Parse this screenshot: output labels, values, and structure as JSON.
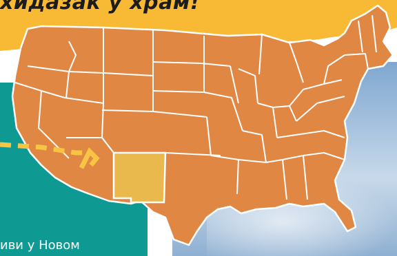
{
  "banner": {
    "headline": "хидазак у храм!"
  },
  "caption": {
    "text": "иви у Новом"
  },
  "map": {
    "highlighted_state": "New Mexico",
    "colors": {
      "land": "#e08743",
      "highlight": "#e9b94e",
      "borders": "#ffffff",
      "route": "#f7c443",
      "banner": "#f8b935",
      "panel": "#0e9a92"
    }
  }
}
